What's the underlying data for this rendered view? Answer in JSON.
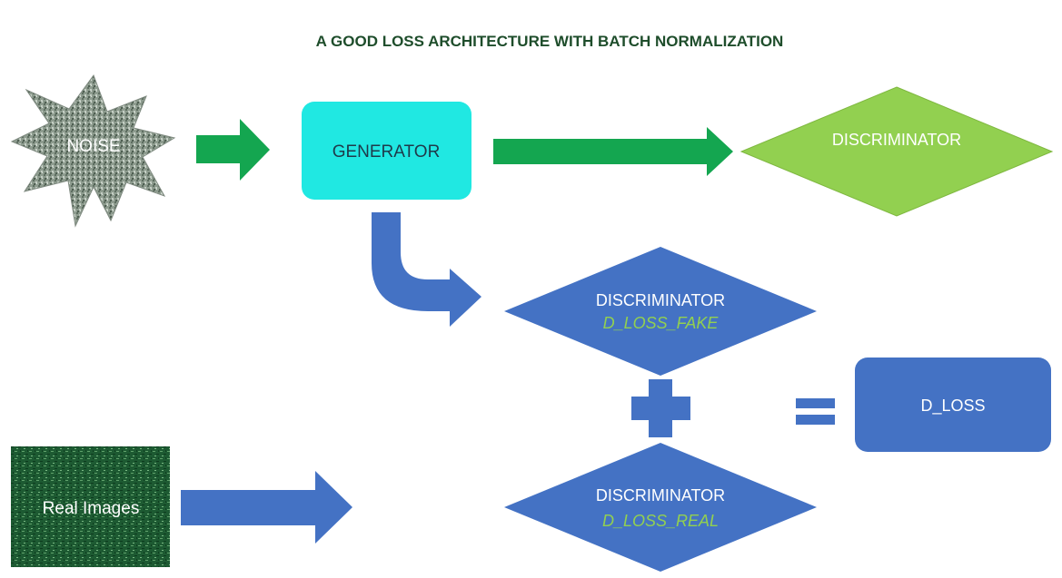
{
  "title": "A GOOD LOSS ARCHITECTURE WITH BATCH NORMALIZATION",
  "nodes": {
    "noise": {
      "label": "NOISE"
    },
    "generator": {
      "label": "GENERATOR"
    },
    "discriminator_top": {
      "label": "DISCRIMINATOR"
    },
    "discriminator_fake": {
      "label": "DISCRIMINATOR",
      "sublabel": "D_LOSS_FAKE"
    },
    "discriminator_real": {
      "label": "DISCRIMINATOR",
      "sublabel": "D_LOSS_REAL"
    },
    "d_loss": {
      "label": "D_LOSS"
    },
    "real_images": {
      "label": "Real Images"
    }
  },
  "colors": {
    "title": "#1e4d2b",
    "green_arrow": "#14a650",
    "generator_fill": "#20e8e2",
    "generator_text": "#1f3a4a",
    "discriminator_top_fill": "#92d050",
    "blue": "#4472c4",
    "sublabel": "#92d050",
    "noise_fill": "#8a9a8c",
    "real_images_fill": "#1d5a32"
  },
  "operators": {
    "plus": "plus-icon",
    "equals": "equals-icon"
  }
}
